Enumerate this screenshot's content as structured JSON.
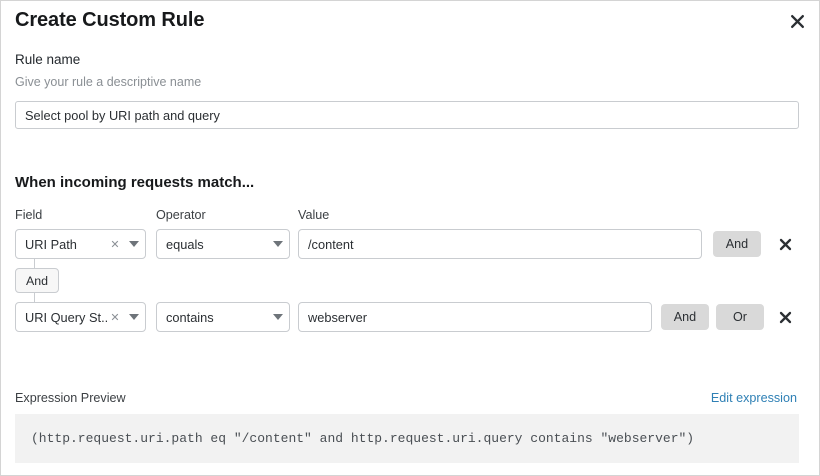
{
  "dialog": {
    "title": "Create Custom Rule",
    "close_icon": "close-icon"
  },
  "rule_name": {
    "label": "Rule name",
    "help": "Give your rule a descriptive name",
    "value": "Select pool by URI path and query"
  },
  "conditions": {
    "heading": "When incoming requests match...",
    "columns": {
      "field": "Field",
      "operator": "Operator",
      "value": "Value"
    },
    "connector": "And",
    "rows": [
      {
        "field": "URI Path",
        "operator": "equals",
        "value": "/content",
        "and_label": "And",
        "or_label": null
      },
      {
        "field": "URI Query St...",
        "operator": "contains",
        "value": "webserver",
        "and_label": "And",
        "or_label": "Or"
      }
    ]
  },
  "expression": {
    "label": "Expression Preview",
    "edit_link": "Edit expression",
    "code": "(http.request.uri.path eq \"/content\" and http.request.uri.query contains \"webserver\")"
  },
  "colors": {
    "link": "#2f80b5",
    "button_bg": "#d9d9d9",
    "border": "#c9ccd0",
    "code_bg": "#f2f2f2"
  }
}
